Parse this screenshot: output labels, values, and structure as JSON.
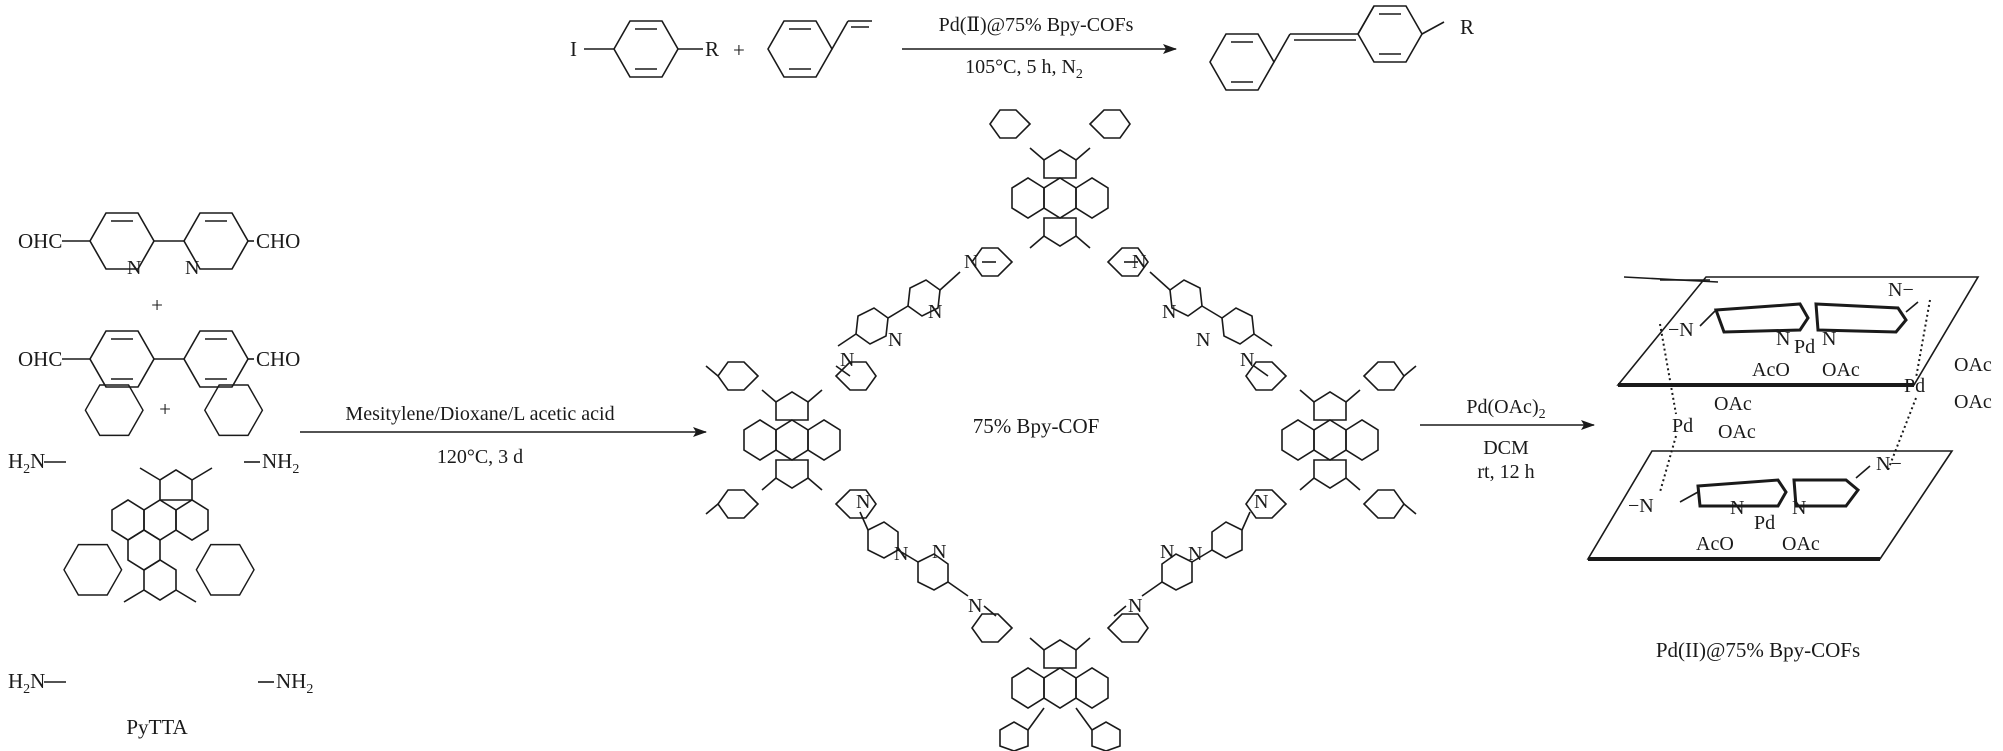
{
  "top_reaction": {
    "reactant_iodide_I": "I",
    "reactant_iodide_R": "R",
    "plus": "+",
    "conditions_above": "Pd(Ⅱ)@75% Bpy-COFs",
    "conditions_below": "105°C, 5 h, N",
    "conditions_below_sub": "2",
    "product_R": "R"
  },
  "monomers": {
    "dialdehyde_bpy_left": "OHC",
    "dialdehyde_bpy_right": "CHO",
    "dialdehyde_bpy_N1": "N",
    "dialdehyde_bpy_N2": "N",
    "plus_1": "+",
    "dialdehyde_bp_left": "OHC",
    "dialdehyde_bp_right": "CHO",
    "plus_2": "+",
    "amine_groups": [
      "H",
      "N",
      "NH",
      "2"
    ],
    "pytta_label": "PyTTA"
  },
  "step1": {
    "conditions_above": "Mesitylene/Dioxane/L acetic acid",
    "conditions_below": "120°C, 3 d"
  },
  "cof": {
    "label": "75% Bpy-COF",
    "imine_N": "N"
  },
  "step2": {
    "reagent": "Pd(OAc)",
    "reagent_sub": "2",
    "solvent": "DCM",
    "conditions": "rt, 12 h"
  },
  "pd_complex": {
    "pd": "Pd",
    "n": "N",
    "oac": "OAc",
    "aco": "AcO",
    "imine_end": "N",
    "label": "Pd(II)@75% Bpy-COFs"
  }
}
